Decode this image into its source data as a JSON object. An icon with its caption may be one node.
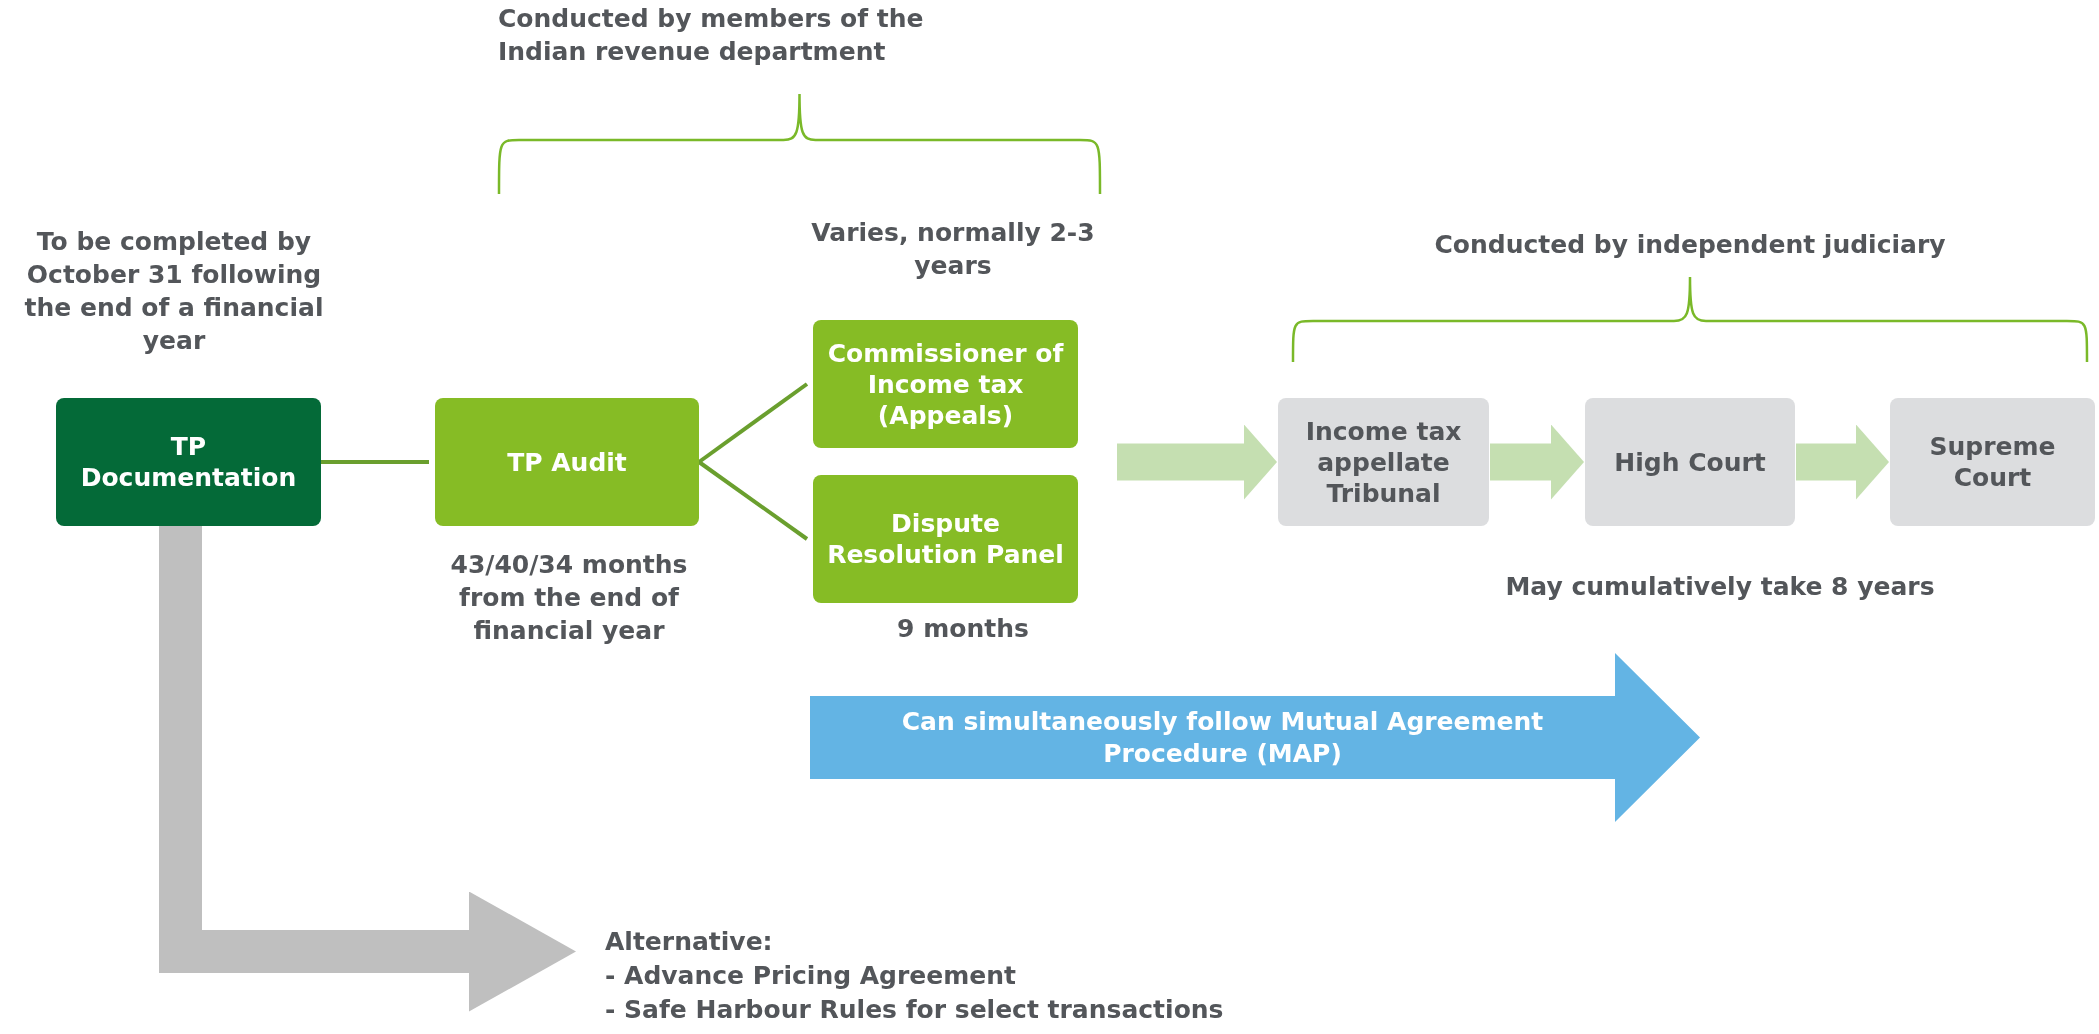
{
  "diagram": {
    "nodes": [
      {
        "text": [
          "TP Documentation"
        ],
        "beside": [
          "To be completed by October 31 following the end of a financial year"
        ]
      },
      {
        "text": [
          "TP Audit"
        ],
        "beside": [
          "43/40/34 months from the end of financial year"
        ]
      },
      {
        "text": [
          "Commissioner of Income tax (Appeals)"
        ],
        "beside": [
          "Varies, normally 2-3 years"
        ]
      },
      {
        "text": [
          "Dispute Resolution Panel"
        ],
        "beside": [
          "9 months"
        ]
      },
      {
        "text": [
          "Income tax appellate Tribunal"
        ]
      },
      {
        "text": [
          "High Court"
        ]
      },
      {
        "text": [
          "Supreme Court"
        ]
      },
      {
        "text": [
          "Can simultaneously follow Mutual Agreement Procedure (MAP)"
        ]
      },
      {
        "text": [
          "Alternative:",
          "- Advance Pricing Agreement",
          "- Safe Harbour Rules for select transactions"
        ]
      }
    ],
    "edges": [
      {
        "from": 0,
        "to": 1,
        "arrow": "none"
      },
      {
        "from": 1,
        "to": 2,
        "arrow": "none"
      },
      {
        "from": 1,
        "to": 3,
        "arrow": "none"
      },
      {
        "from": null,
        "to": 4,
        "arrow": "to",
        "color": "#c5dfb1"
      },
      {
        "from": 4,
        "to": 5,
        "arrow": "to",
        "color": "#c5dfb1"
      },
      {
        "from": 5,
        "to": 6,
        "arrow": "to",
        "color": "#c5dfb1"
      },
      {
        "from": 0,
        "to": 8,
        "arrow": "to",
        "color": "#bfbfbf"
      }
    ],
    "labels": [
      "Conducted by members of the Indian revenue department",
      "Conducted by independent judiciary",
      "May cumulatively take 8 years"
    ]
  }
}
